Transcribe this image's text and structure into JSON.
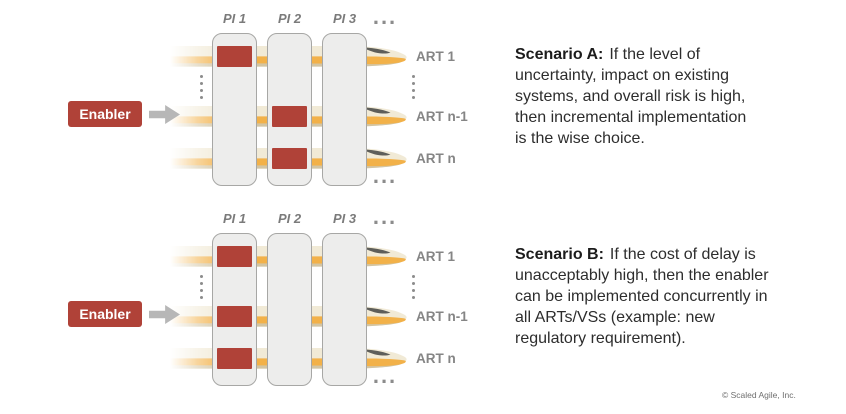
{
  "theme": {
    "accent_red": "#b04238",
    "train_cream": "#f1ead6",
    "train_orange": "#f2b149",
    "train_tan": "#d3c5a3",
    "train_windshield": "#5e5e59",
    "column_fill": "#ededec",
    "column_border": "#a7a7a5",
    "label_gray": "#858585",
    "arrow_gray": "#b7b7b7",
    "body_text": "#2d2d2d"
  },
  "icons": {
    "enabler_flow": "right-arrow",
    "more_pis": "horizontal-ellipsis",
    "more_arts": "vertical-ellipsis",
    "art_rows": "train"
  },
  "scenario_a": {
    "enabler_label": "Enabler",
    "pi_labels": [
      "PI 1",
      "PI 2",
      "PI 3"
    ],
    "pi_more": "...",
    "art_labels": [
      "ART 1",
      "ART n-1",
      "ART n"
    ],
    "art_more": "...",
    "blocks": [
      {
        "pi": 0,
        "art": 0
      },
      {
        "pi": 1,
        "art": 1
      },
      {
        "pi": 1,
        "art": 2
      }
    ],
    "title": "Scenario A:",
    "body_lines": [
      "If the level of",
      "uncertainty, impact on existing",
      "systems, and overall risk is high,",
      "then incremental implementation",
      "is the wise choice."
    ]
  },
  "scenario_b": {
    "enabler_label": "Enabler",
    "pi_labels": [
      "PI 1",
      "PI 2",
      "PI 3"
    ],
    "pi_more": "...",
    "art_labels": [
      "ART 1",
      "ART n-1",
      "ART n"
    ],
    "art_more": "...",
    "blocks": [
      {
        "pi": 0,
        "art": 0
      },
      {
        "pi": 0,
        "art": 1
      },
      {
        "pi": 0,
        "art": 2
      }
    ],
    "title": "Scenario B:",
    "body_lines": [
      "If the cost of delay is",
      "unacceptably high, then the enabler",
      "can be implemented concurrently in",
      "all ARTs/VSs (example: new",
      "regulatory requirement)."
    ]
  },
  "footer": {
    "copyright": "© Scaled Agile, Inc."
  }
}
